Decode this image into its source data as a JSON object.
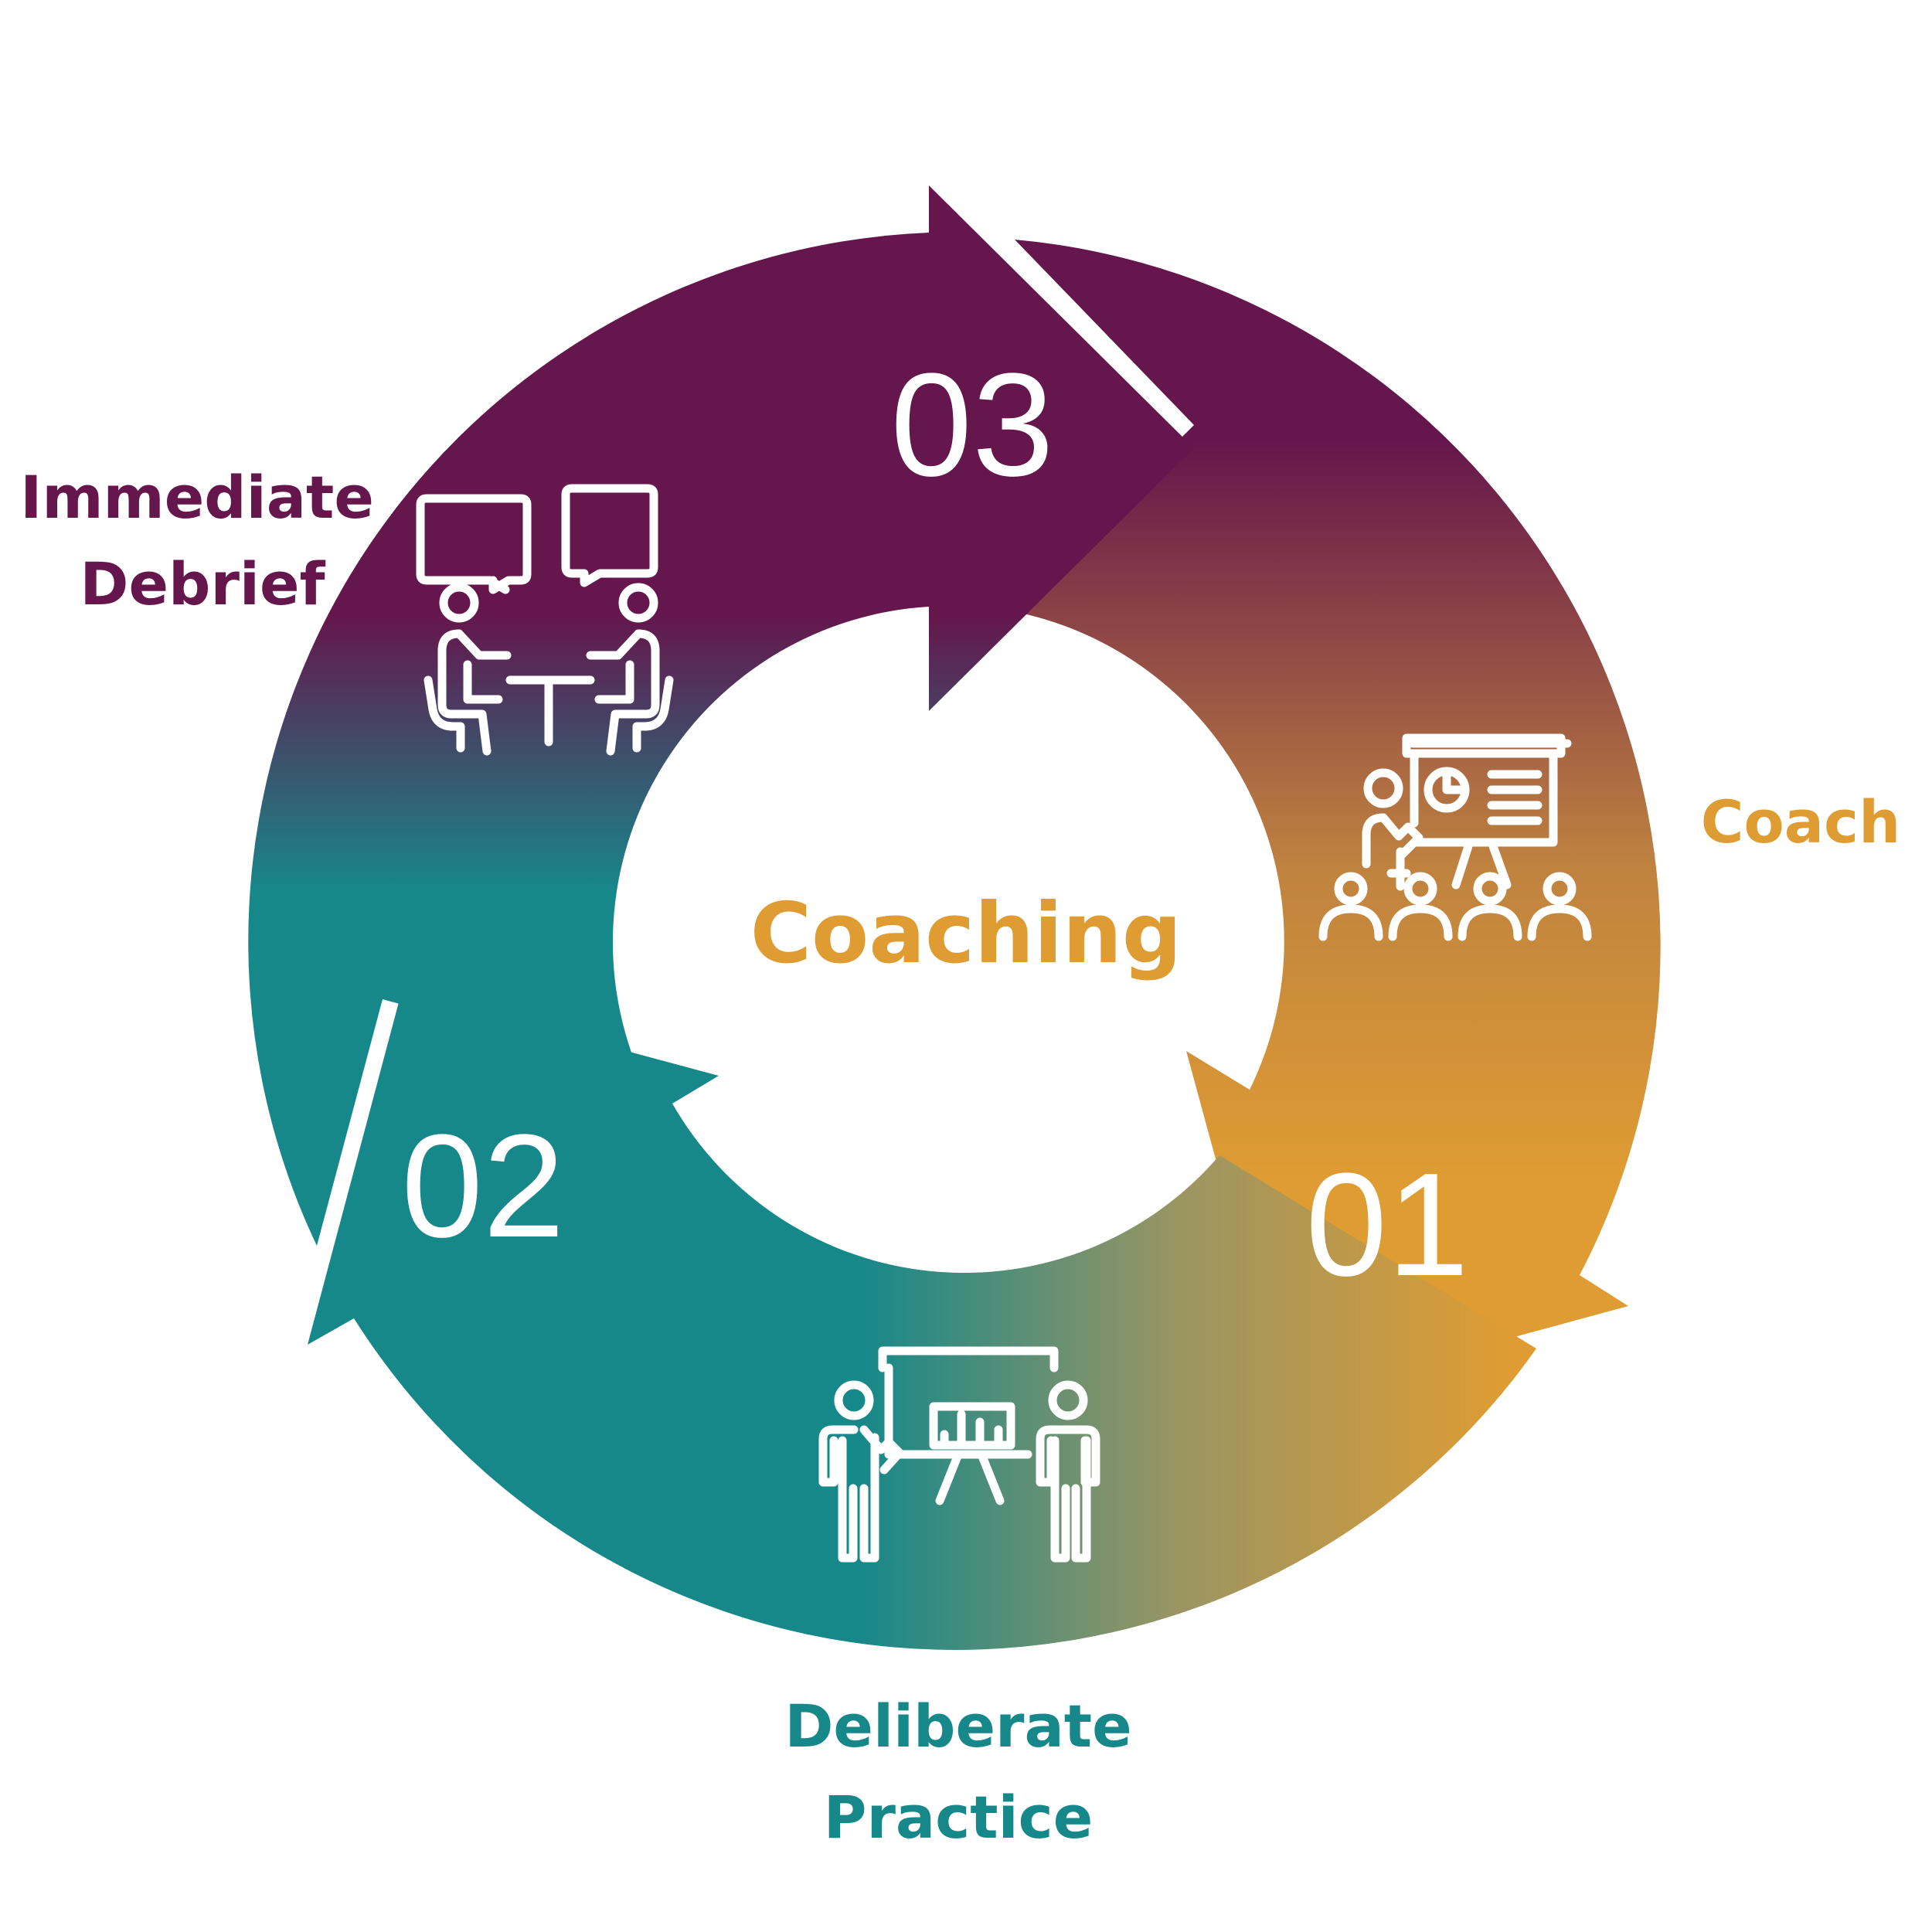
{
  "center": {
    "title": "Coaching"
  },
  "steps": [
    {
      "number": "01",
      "label_lines": [
        "Coach"
      ],
      "icon": "presentation-audience-icon"
    },
    {
      "number": "02",
      "label_lines": [
        "Deliberate",
        "Practice"
      ],
      "icon": "two-people-presentation-icon"
    },
    {
      "number": "03",
      "label_lines": [
        "Immediate",
        "Debrief"
      ],
      "icon": "conversation-meeting-icon"
    }
  ],
  "colors": {
    "purple": "#65164c",
    "gold": "#df9c33",
    "teal": "#17888a",
    "white": "#ffffff"
  }
}
